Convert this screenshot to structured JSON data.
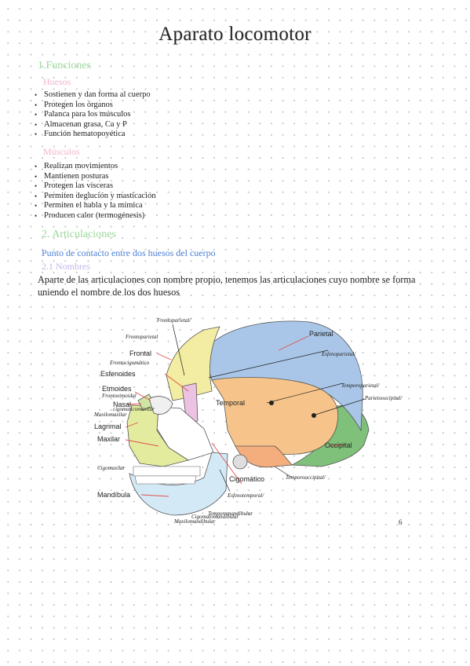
{
  "page": {
    "title": "Aparato locomotor",
    "section1": {
      "heading": "1.Funciones"
    },
    "huesos": {
      "heading": "Huesos",
      "items": [
        "Sostienen y dan forma al cuerpo",
        "Protegen los órganos",
        "Palanca para los músculos",
        "Almacenan grasa, Ca y P",
        "Función hematopoyética"
      ]
    },
    "musculos": {
      "heading": "Músculos",
      "items": [
        "Realizan movimientos",
        "Mantienen posturas",
        "Protegen las vísceras",
        "Permiten deglución y masticación",
        "Permiten el habla y la mímica",
        "Producen calor (termogénesis)"
      ]
    },
    "section2": {
      "heading": "2. Articulaciones",
      "definition": "Punto de contacto entre dos huesos del cuerpo"
    },
    "section21": {
      "heading": "2.1 Nombres"
    },
    "paragraph": "Aparte de las articulaciones con nombre propio, tenemos las articulaciones cuyo nombre se forma uniendo el nombre de los dos huesos"
  },
  "figure": {
    "labels": {
      "parietal": "Parietal",
      "frontal": "Frontal",
      "esfenoides": "Esfenoides",
      "etmoides": "Etmoides",
      "nasal": "Nasal",
      "lagrimal": "Lagrimal",
      "maxilar": "Maxilar",
      "mandibula": "Mandíbula",
      "temporal": "Temporal",
      "occipital": "Occipital",
      "cigomatico": "Cigomático"
    },
    "handwritten": {
      "frontoparietal_top": "Frontoparietal/",
      "frontoparietal": "Frontoparietal",
      "frontocigomatico": "Frontocigomático",
      "frontoetmoidal": "Frontoetmoidal",
      "cigomaticomaxilar": "cigomaticomaxilar",
      "maxilomaxilar": "Maxilomaxilar",
      "esfenoparietal": "Esfenoparietal/",
      "temporoparietal": "Temporoparietal/",
      "parietooccipital": "Parietooccipital/",
      "temporooccipital": "Temporooccipital/",
      "esfenotemporal": "Esfenotemporal/",
      "cigomaxilar": "Cigomaxilar",
      "temporomandibular": "Temporomandibular",
      "maxilomandibular": "Maxilomandibular",
      "cigomatomandibular": "Cigomatomandibular"
    },
    "page_number": "6"
  },
  "colors": {
    "green_heading": "#9bd79a",
    "pink_heading": "#f2b3d0",
    "blue_text": "#4a7fd6",
    "lavender_heading": "#c5b6ec",
    "parietal": "#a9c6e8",
    "frontal": "#f3eca3",
    "temporal": "#f6c48a",
    "occipital": "#7fc07a",
    "esfenoides": "#ecc2e2",
    "maxilar": "#e3ec9e",
    "mandibula": "#d3e9f6",
    "pointer_line": "#e0524c"
  }
}
